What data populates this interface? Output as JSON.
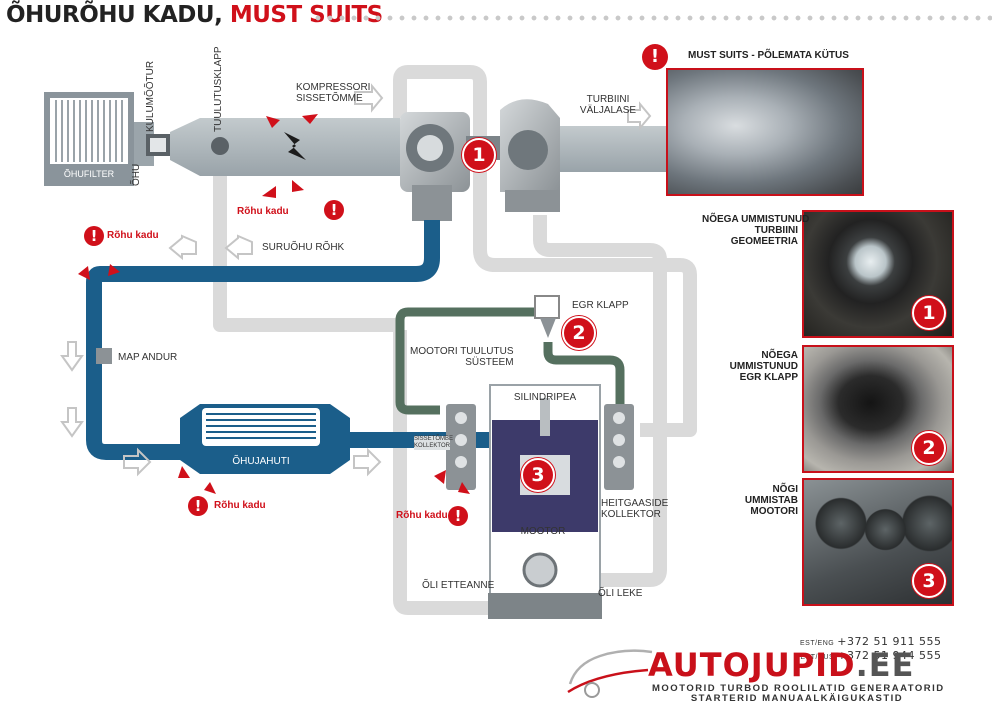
{
  "title": {
    "part1": "ÕHURÕHU KADU,",
    "part2": "MUST SUITS"
  },
  "colors": {
    "accent_red": "#d0101a",
    "pipe_blue": "#1b5e8a",
    "pipe_grey": "#a9b2b8",
    "pipe_green": "#557062"
  },
  "labels": {
    "ohufilter": "ÕHUFILTER",
    "ohu_kulumootur_1": "ÕHU",
    "ohu_kulumootur_2": "KULUMÕÕTUR",
    "tuulutusklapp": "TUULUTUSKLAPP",
    "kompressori_1": "KOMPRESSORI",
    "kompressori_2": "SISSETÕMME",
    "turbiini_1": "TURBIINI",
    "turbiini_2": "VÄLJALASE",
    "suruohu_rohk": "SURUÕHU RÕHK",
    "map_andur": "MAP ANDUR",
    "ohujahuti": "ÕHUJAHUTI",
    "egr_klapp": "EGR KLAPP",
    "mootori_tuulutus_1": "MOOTORI TUULUTUS",
    "mootori_tuulutus_2": "SÜSTEEM",
    "silindripea": "SILINDRIPEA",
    "sisselaske_1": "SISSETÕMBE",
    "sisselaske_2": "KOLLEKTOR",
    "heitgaaside_1": "HEITGAASIDE",
    "heitgaaside_2": "KOLLEKTOR",
    "mootor": "MOOTOR",
    "oli_etteanne": "ÕLI ETTEANNE",
    "oli_leke": "ÕLI LEKE"
  },
  "warnings": {
    "rohu_kadu": "Rõhu kadu",
    "must_suits": "MUST SUITS - PÕLEMATA KÜTUS",
    "symbol": "!"
  },
  "side_captions": {
    "turbo_1": "NÕEGA UMMISTUNUD",
    "turbo_2": "TURBIINI",
    "turbo_3": "GEOMEETRIA",
    "egr_1": "NÕEGA",
    "egr_2": "UMMISTUNUD",
    "egr_3": "EGR KLAPP",
    "engine_1": "NÕGI",
    "engine_2": "UMMISTAB",
    "engine_3": "MOOTORI"
  },
  "badges": {
    "one": "1",
    "two": "2",
    "three": "3"
  },
  "contact": {
    "eng_tag": "EST/ENG",
    "eng_phone": "+372 51 911 555",
    "rus_tag": "EST/RUS",
    "rus_phone": "+372 51 944 555"
  },
  "logo": {
    "part1": "AUTO",
    "part2": "JUPID",
    "part3": ".EE",
    "slogan_1": "MOOTORID TURBOD ROOLILATID GENERAATORID",
    "slogan_2": "STARTERID MANUAALKÄIGUKASTID"
  }
}
